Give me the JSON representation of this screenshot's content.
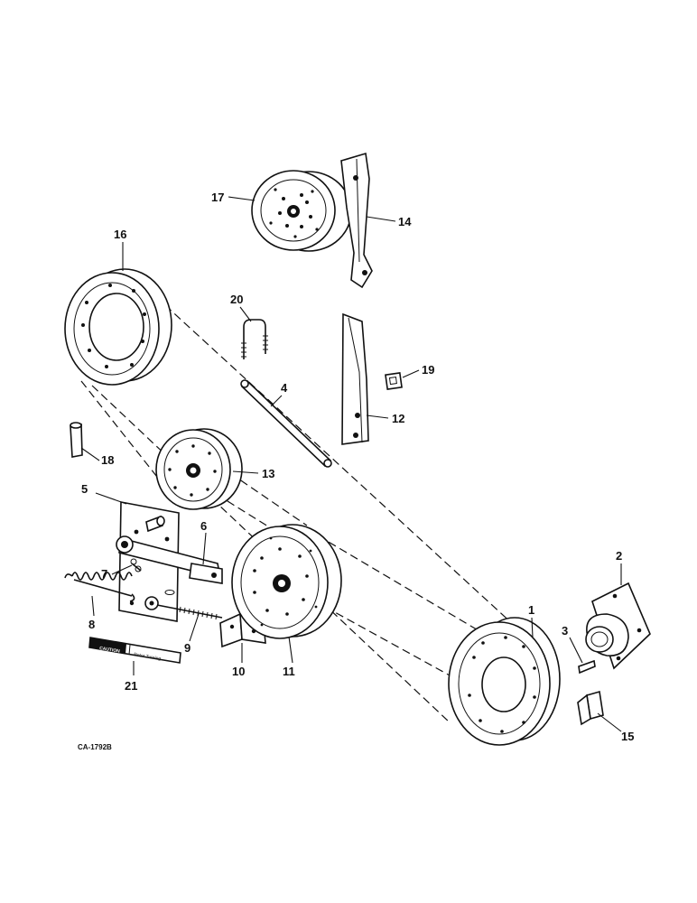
{
  "drawing_id": "CA-1792B",
  "callouts": [
    "1",
    "2",
    "3",
    "4",
    "5",
    "6",
    "7",
    "8",
    "9",
    "10",
    "11",
    "12",
    "13",
    "14",
    "15",
    "16",
    "17",
    "18",
    "19",
    "20",
    "21"
  ],
  "decal": {
    "left_text": "CAUTION",
    "right_text": "Rotor Turning"
  },
  "colors": {
    "ink": "#111111",
    "paper": "#ffffff"
  }
}
